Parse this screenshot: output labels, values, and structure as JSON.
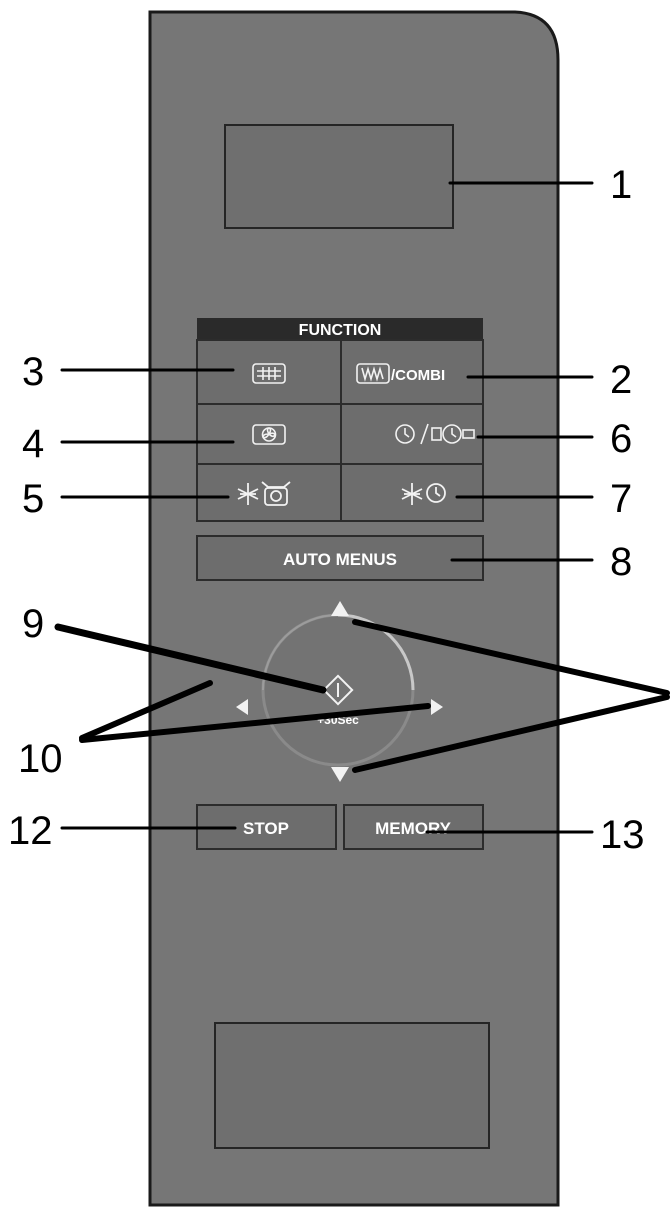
{
  "panel": {
    "function_header": "FUNCTION",
    "combi_label": "/COMBI",
    "auto_menus_label": "AUTO MENUS",
    "start_sublabel": "+30Sec",
    "stop_label": "STOP",
    "memory_label": "MEMORY"
  },
  "callouts": [
    "1",
    "2",
    "3",
    "4",
    "5",
    "6",
    "7",
    "8",
    "9",
    "10",
    "12",
    "13"
  ],
  "colors": {
    "panel": "#767676",
    "panel_edge": "#1a1a1a",
    "button": "#6d6d6d",
    "button_edge": "#2c2c2c",
    "header": "#2a2a2a",
    "glyph": "#f2f2f2"
  },
  "icons": {
    "grill": "grill-icon",
    "microwave": "microwave-wave-icon",
    "convection": "fan-icon",
    "clock_timer": "clock-timer-icon",
    "defrost_weight": "defrost-weight-icon",
    "defrost_time": "defrost-time-icon",
    "start": "start-diamond-icon"
  }
}
